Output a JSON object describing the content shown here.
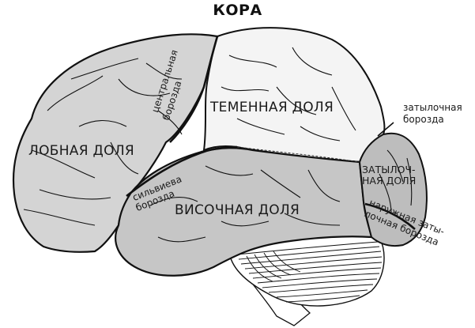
{
  "title": "КОРА",
  "colors": {
    "frontal": "#d4d4d4",
    "parietal": "#f4f4f4",
    "temporal": "#c6c6c6",
    "occipital": "#bdbdbd",
    "cerebellum": "#ffffff",
    "outline": "#111111"
  },
  "lobes": {
    "frontal": "ЛОБНАЯ ДОЛЯ",
    "parietal": "ТЕМЕННАЯ ДОЛЯ",
    "temporal": "ВИСОЧНАЯ ДОЛЯ",
    "occipital_line1": "ЗАТЫЛОЧ-",
    "occipital_line2": "НАЯ ДОЛЯ"
  },
  "sulci": {
    "central_line1": "центральная",
    "central_line2": "борозда",
    "sylvian_line1": "сильвиева",
    "sylvian_line2": "борозда",
    "occipital_line1": "затылочная",
    "occipital_line2": "борозда",
    "lateral_occipital_line1": "наружная заты-",
    "lateral_occipital_line2": "лочная борозда"
  }
}
